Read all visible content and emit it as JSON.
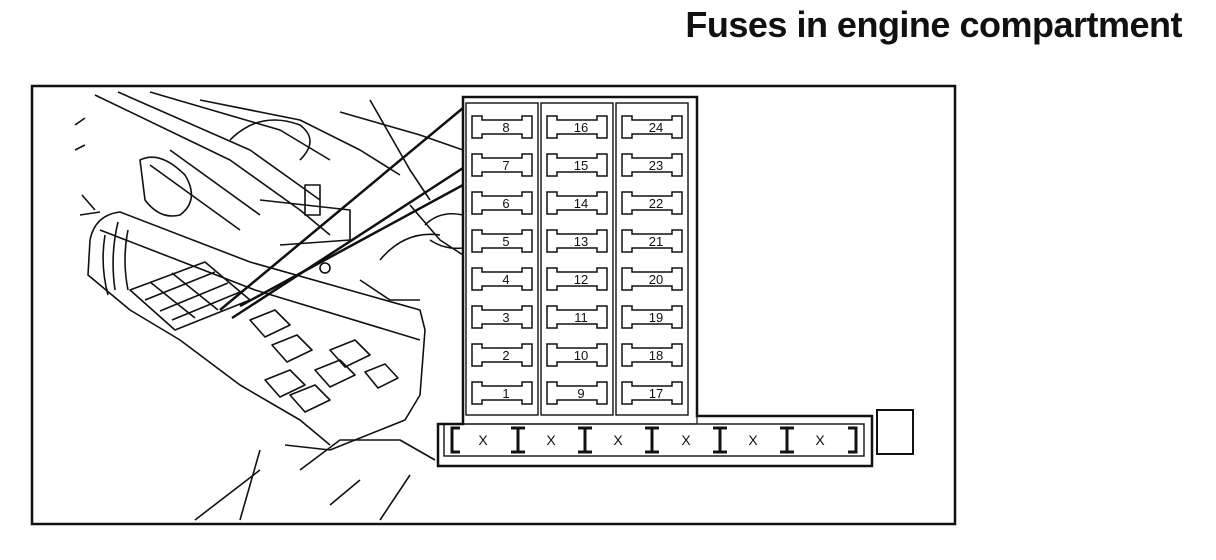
{
  "title": "Fuses in engine compartment",
  "fuse_columns": [
    [
      "8",
      "7",
      "6",
      "5",
      "4",
      "3",
      "2",
      "1"
    ],
    [
      "16",
      "15",
      "14",
      "13",
      "12",
      "11",
      "10",
      "9"
    ],
    [
      "24",
      "23",
      "22",
      "21",
      "20",
      "19",
      "18",
      "17"
    ]
  ],
  "bottom_row": [
    "X",
    "X",
    "X",
    "X",
    "X",
    "X"
  ]
}
